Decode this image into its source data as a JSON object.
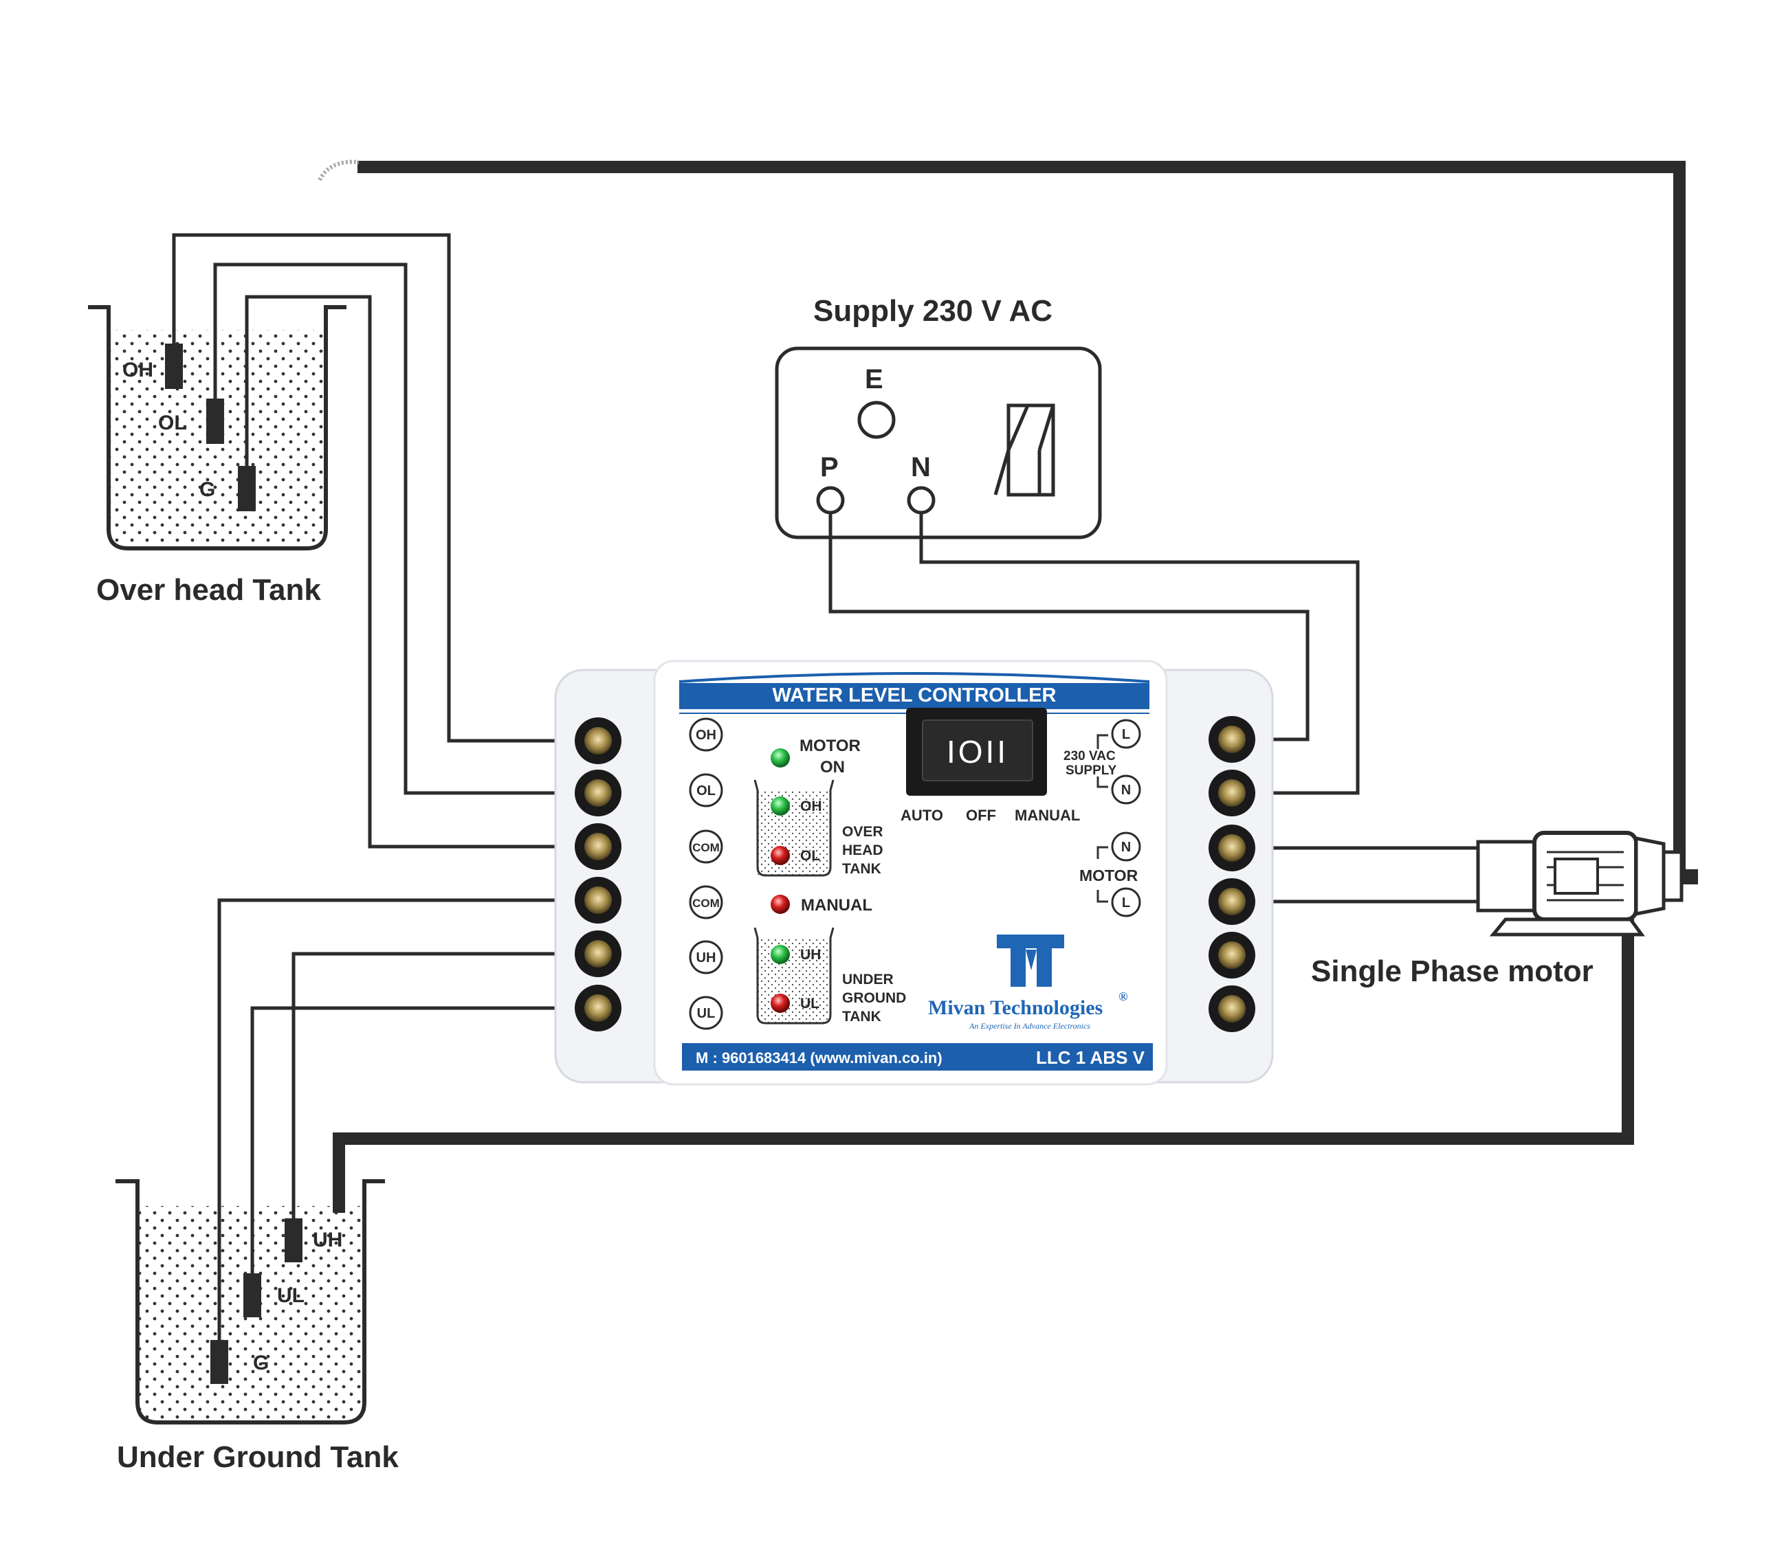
{
  "labels": {
    "supply_title": "Supply 230 V AC",
    "socket_e": "E",
    "socket_p": "P",
    "socket_n": "N",
    "overhead_tank": "Over head Tank",
    "underground_tank": "Under Ground Tank",
    "motor": "Single Phase motor",
    "oh_probe_oh": "OH",
    "oh_probe_ol": "OL",
    "oh_probe_g": "G",
    "ug_probe_uh": "UH",
    "ug_probe_ul": "UL",
    "ug_probe_g": "G"
  },
  "controller": {
    "banner": "WATER LEVEL CONTROLLER",
    "left_terminals": [
      "OH",
      "OL",
      "COM",
      "COM",
      "UH",
      "UL"
    ],
    "motor_on": [
      "MOTOR",
      "ON"
    ],
    "oh_led_oh": "OH",
    "oh_led_ol": "OL",
    "over_head_tank": [
      "OVER",
      "HEAD",
      "TANK"
    ],
    "manual_led": "MANUAL",
    "ug_led_uh": "UH",
    "ug_led_ul": "UL",
    "under_ground_tank": [
      "UNDER",
      "GROUND",
      "TANK"
    ],
    "switch_positions": [
      "AUTO",
      "OFF",
      "MANUAL"
    ],
    "switch_symbol": "IOII",
    "supply_group": [
      "230 VAC",
      "SUPPLY"
    ],
    "supply_terminals": [
      "L",
      "N"
    ],
    "motor_group": "MOTOR",
    "motor_terminals": [
      "N",
      "L"
    ],
    "brand": "Mivan Technologies",
    "registered": "®",
    "tagline": "An Expertise In Advance Electronics",
    "footer_left": "M : 9601683414 (www.mivan.co.in)",
    "footer_right": "LLC 1 ABS V"
  },
  "colors": {
    "wire": "#2b2b2b",
    "banner_blue": "#1c5fad",
    "logo_blue": "#1f66b5",
    "led_green": "#2fc24a",
    "led_red": "#d61e1e",
    "switch_black": "#1a1a1a"
  },
  "icons": {
    "screw_terminal": "screw-terminal-icon",
    "rocker_switch": "rocker-switch-icon",
    "motor": "motor-icon",
    "logo": "mivan-logo-icon"
  }
}
